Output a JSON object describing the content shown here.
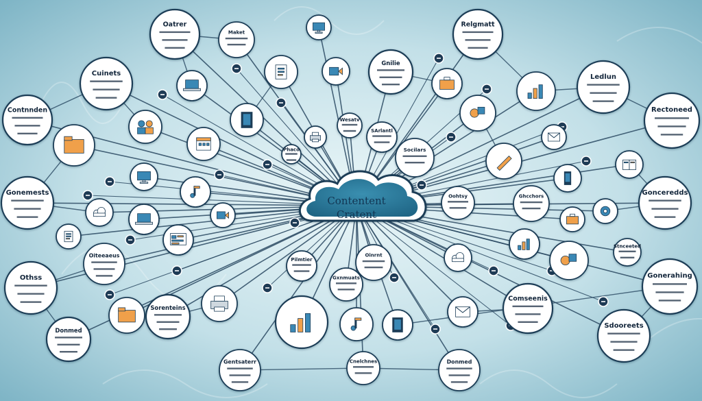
{
  "hub": {
    "line1": "Contentent",
    "line2": "Cratent"
  },
  "colors": {
    "bg_center": "#eaf6f8",
    "bg_edge": "#7fb5c6",
    "line": "#2b4a63",
    "hub_fill": "#2f7d9c",
    "node_fill": "#ffffff",
    "node_stroke": "#1c3d57",
    "dot_fill": "#1e3b55",
    "accent_orange": "#f0a04a",
    "accent_blue": "#3a88b5"
  },
  "labels": [
    "Oatrer",
    "Maket",
    "Relgmatt",
    "Cuinets",
    "Contnnden",
    "Gnilie",
    "Ledlun",
    "Rectoneed",
    "Gonemests",
    "Gonceredds",
    "Oiteeaeus",
    "Pilmtier",
    "Oinrnt",
    "Othss",
    "Gxnmuats",
    "Sorenteins",
    "Comseenis",
    "Gonerahing",
    "Donmed",
    "Oohtsy",
    "Ghcchors",
    "Stnceeted",
    "SArlantl",
    "Socilars",
    "Phaco",
    "Wesatv",
    "Sdooreets",
    "Gentsaterr",
    "Cnelchnes"
  ],
  "icons": [
    "people-icon",
    "dashboard-icon",
    "laptop-icon",
    "calendar-icon",
    "chart-icon",
    "shapes-icon",
    "monitor-icon",
    "document-icon",
    "folder-icon",
    "printer-icon",
    "tablet-icon",
    "video-icon",
    "music-icon",
    "mail-icon",
    "pencil-icon",
    "phone-icon",
    "book-icon",
    "cloud-icon",
    "briefcase-icon",
    "settings-icon"
  ]
}
